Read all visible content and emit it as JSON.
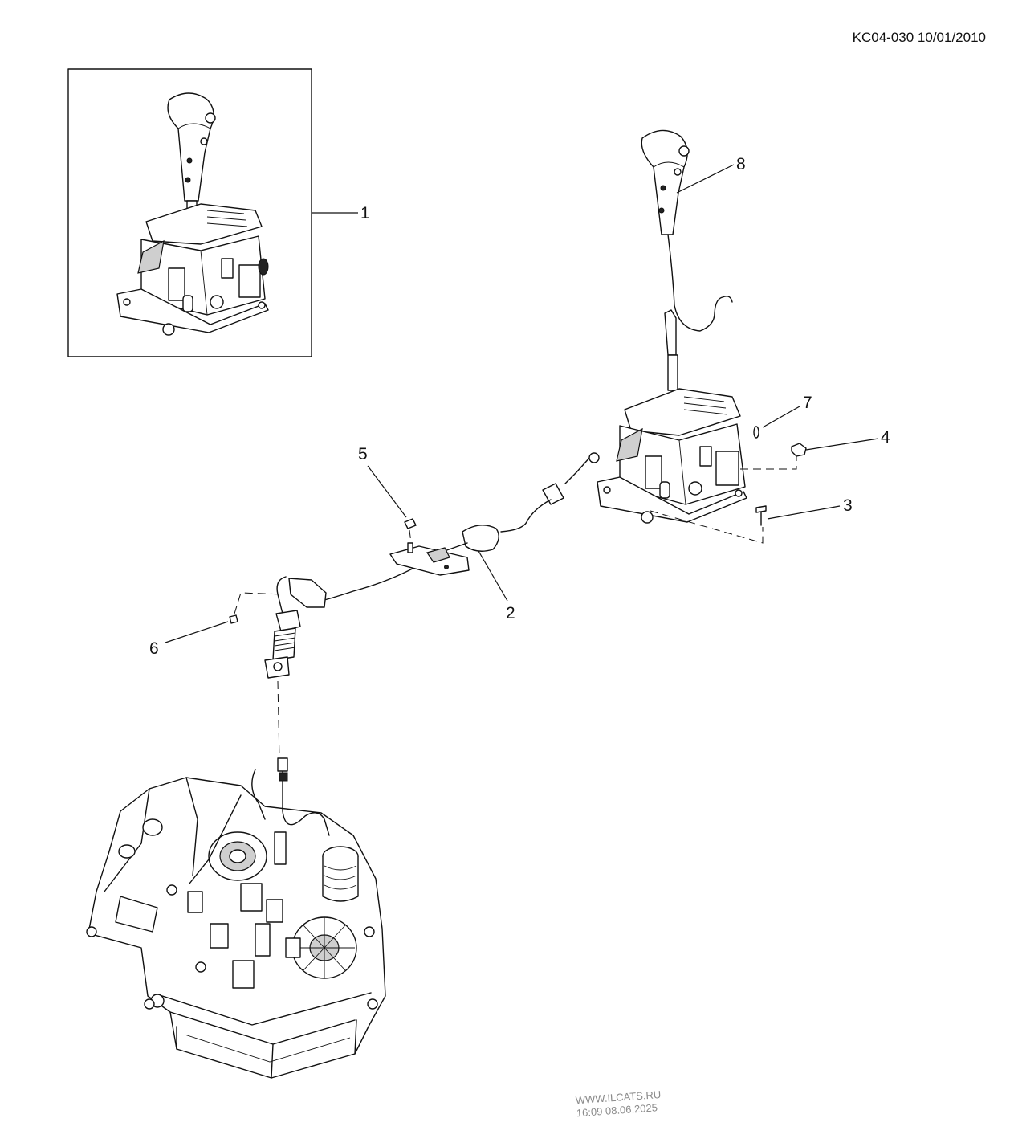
{
  "header": {
    "code": "KC04-030 10/01/2010"
  },
  "callouts": [
    {
      "id": "1",
      "label": "1"
    },
    {
      "id": "2",
      "label": "2"
    },
    {
      "id": "3",
      "label": "3"
    },
    {
      "id": "4",
      "label": "4"
    },
    {
      "id": "5",
      "label": "5"
    },
    {
      "id": "6",
      "label": "6"
    },
    {
      "id": "7",
      "label": "7"
    },
    {
      "id": "8",
      "label": "8"
    }
  ],
  "watermark": {
    "site": "WWW.ILCATS.RU",
    "stamp": "16:09 08.06.2025"
  }
}
